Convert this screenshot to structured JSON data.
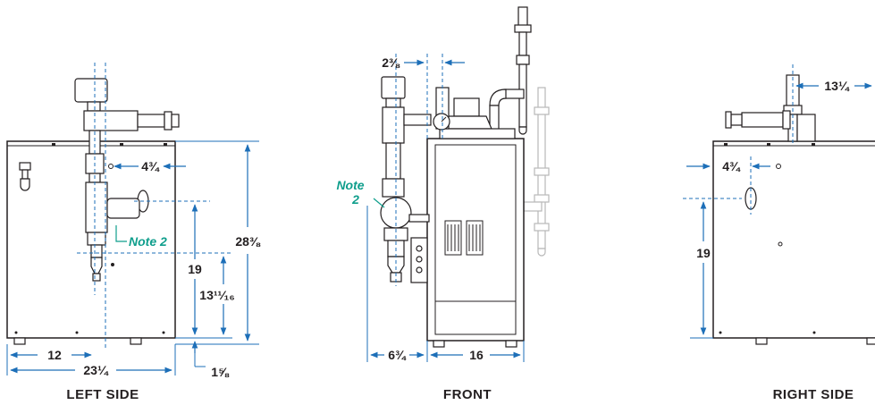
{
  "views": {
    "left": {
      "caption": "LEFT SIDE",
      "dims": {
        "overall_height": "28⅜",
        "valve_offset": "4¾",
        "port_height": "19",
        "inlet_height": "13¹¹⁄₁₆",
        "center_offset": "12",
        "overall_depth": "23¼",
        "base_height": "1⅝"
      },
      "note": "Note 2"
    },
    "front": {
      "caption": "FRONT",
      "dims": {
        "top_offset": "2⅜",
        "side_offset": "6¾",
        "width": "16"
      },
      "note_line1": "Note",
      "note_line2": "2"
    },
    "right": {
      "caption": "RIGHT SIDE",
      "dims": {
        "top_offset": "13¼",
        "side_offset": "4¾",
        "port_height": "19"
      }
    }
  },
  "colors": {
    "line": "#231f20",
    "dimension": "#1d6fb8",
    "note": "#0f9e8c",
    "ghost": "#b8b8b8"
  }
}
